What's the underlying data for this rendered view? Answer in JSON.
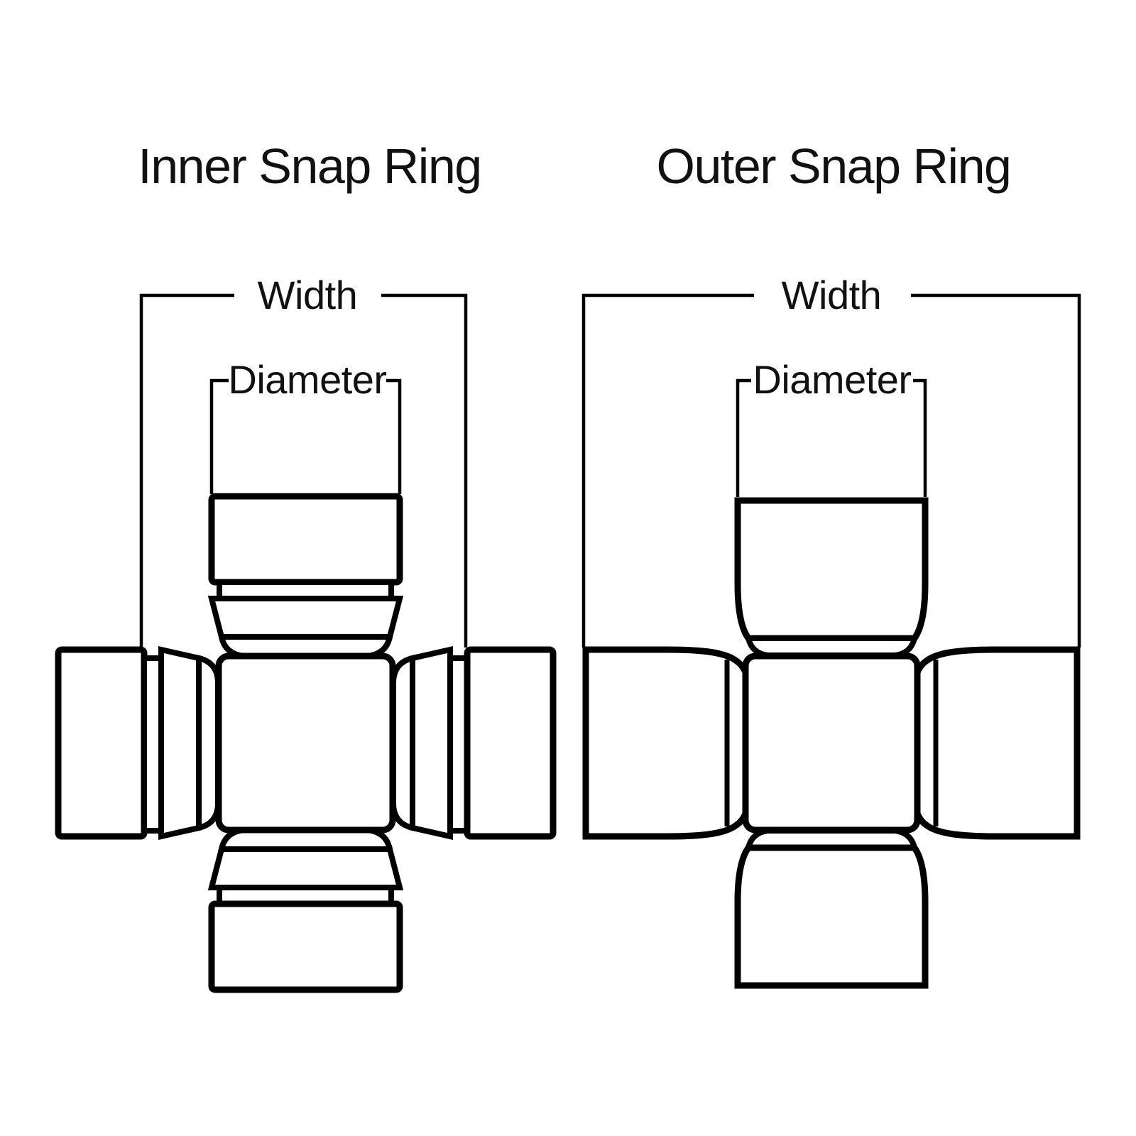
{
  "colors": {
    "background": "#ffffff",
    "line": "#000000",
    "text": "#111111"
  },
  "diagrams": [
    {
      "title": "Inner Snap Ring",
      "width_label": "Width",
      "diameter_label": "Diameter"
    },
    {
      "title": "Outer Snap Ring",
      "width_label": "Width",
      "diameter_label": "Diameter"
    }
  ]
}
